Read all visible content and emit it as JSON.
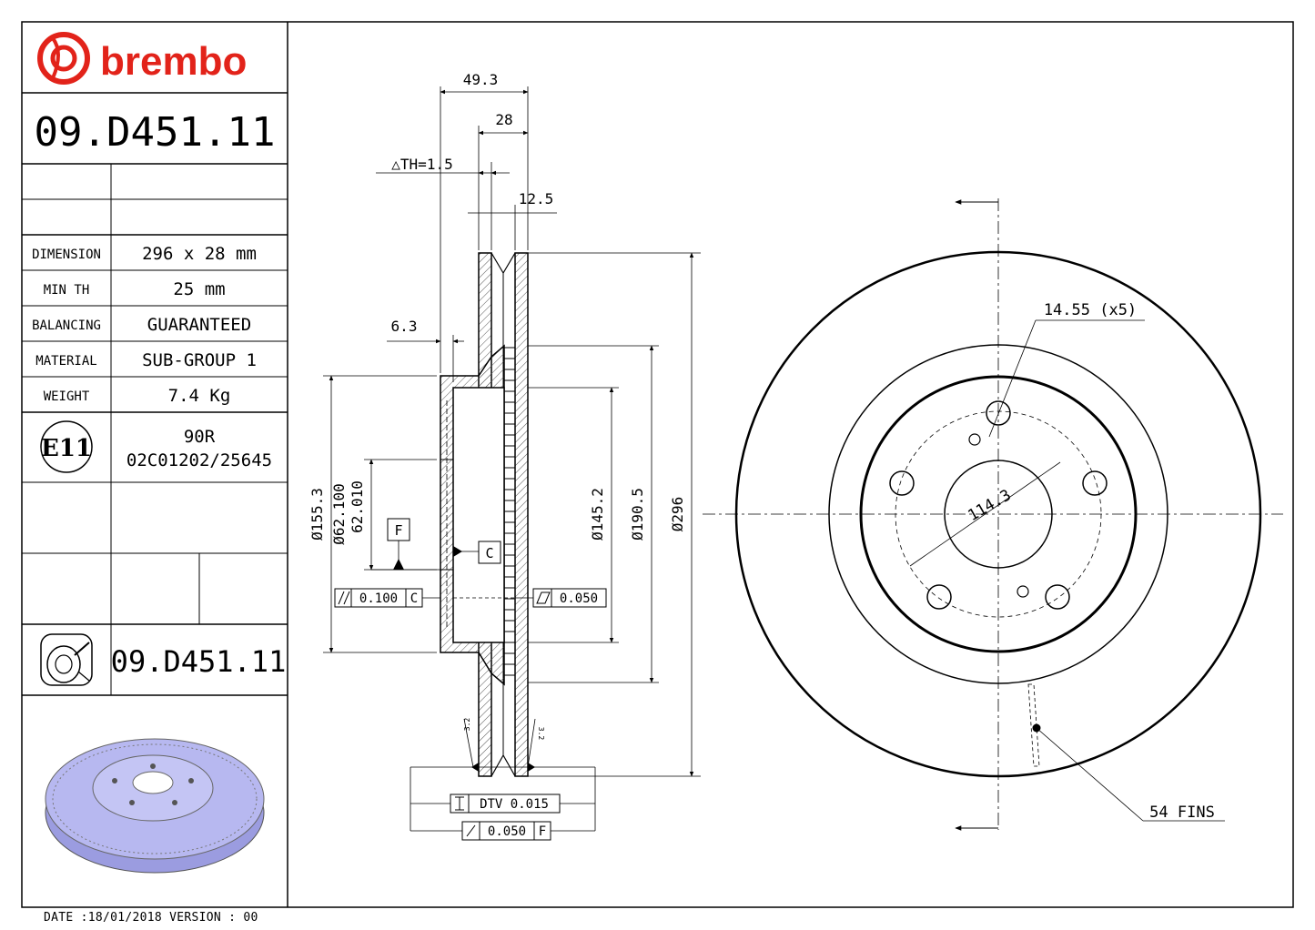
{
  "brand": {
    "name": "brembo",
    "color": "#e2231a"
  },
  "part_number": "09.D451.11",
  "specs": [
    {
      "label": "DIMENSION",
      "value": "296 x 28 mm"
    },
    {
      "label": "MIN TH",
      "value": "25 mm"
    },
    {
      "label": "BALANCING",
      "value": "GUARANTEED"
    },
    {
      "label": "MATERIAL",
      "value": "SUB-GROUP 1"
    },
    {
      "label": "WEIGHT",
      "value": "7.4 Kg"
    }
  ],
  "approval": {
    "mark": "E11",
    "regulation": "90R",
    "code": "02C01202/25645"
  },
  "bottom_part_number": "09.D451.11",
  "footer": {
    "text": "DATE :18/01/2018 VERSION : 00"
  },
  "section_dims": {
    "overall_width": "49.3",
    "disc_thickness": "28",
    "delta_th": "△TH=1.5",
    "face_12_5": "12.5",
    "hat_6_3": "6.3",
    "d155": "Ø155.3",
    "d62_100": "Ø62.100",
    "d62_010": "62.010",
    "d145": "Ø145.2",
    "d190": "Ø190.5",
    "d296": "Ø296",
    "datum_f": "F",
    "datum_c": "C",
    "parallel_tol": "0.100",
    "parallel_ref": "C",
    "flat_tol": "0.050",
    "dtv_label": "DTV 0.015",
    "runout_tol": "0.050",
    "runout_ref": "F",
    "small_left": "3.2",
    "small_right": "3.2"
  },
  "front_view": {
    "bolt_hole": "14.55 (x5)",
    "pcd": "114.3",
    "fins": "54 FINS"
  },
  "colors": {
    "line": "#000000",
    "hatch": "#555555",
    "disc_render": "#b7b8f0"
  }
}
